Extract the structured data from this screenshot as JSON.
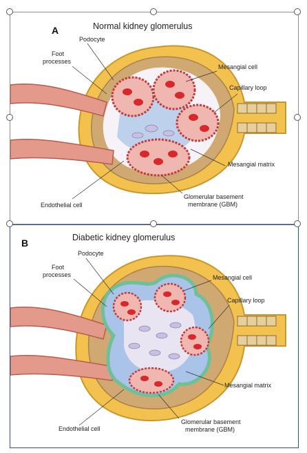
{
  "panels": [
    {
      "letter": "A",
      "title": "Normal kidney glomerulus",
      "labels": {
        "podocyte": "Podocyte",
        "foot_processes_1": "Foot",
        "foot_processes_2": "processes",
        "mesangial_cell": "Mesangial cell",
        "capillary_loop": "Capillary loop",
        "mesangial_matrix": "Mesangial matrix",
        "endothelial_cell": "Endothelial cell",
        "gbm_1": "Glomerular basement",
        "gbm_2": "membrane (GBM)"
      }
    },
    {
      "letter": "B",
      "title": "Diabetic kidney glomerulus",
      "labels": {
        "podocyte": "Podocyte",
        "foot_processes_1": "Foot",
        "foot_processes_2": "processes",
        "mesangial_cell": "Mesangial cell",
        "capillary_loop": "Capillary loop",
        "mesangial_matrix": "Mesangial matrix",
        "endothelial_cell": "Endothelial cell",
        "gbm_1": "Glomerular basement",
        "gbm_2": "membrane (GBM)"
      }
    }
  ],
  "colors": {
    "capsule": "#f2c14e",
    "capsule_edge": "#c9962a",
    "interior": "#cfa971",
    "urinary_space": "#f7f2f8",
    "capillary": "#f0b7b0",
    "capillary_wall": "#c0393b",
    "rbc": "#d8282e",
    "mesangium": "#a9c4e8",
    "gbm_thick": "#6fbf99",
    "arteriole": "#e49a8a",
    "podocyte_dots": "#6b7fa3"
  }
}
